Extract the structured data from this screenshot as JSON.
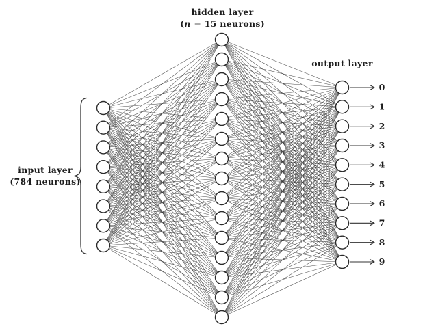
{
  "diagram": {
    "title_context": "feedforward neural network",
    "labels": {
      "hidden": {
        "line1": "hidden layer",
        "sub_prefix": "(",
        "sub_var": "n",
        "sub_rest": " = 15 neurons)"
      },
      "input": {
        "line1": "input layer",
        "line2": "(784 neurons)"
      },
      "output": {
        "text": "output layer"
      }
    },
    "network": {
      "layers": [
        {
          "id": "input",
          "name": "input layer",
          "total_neurons": 784,
          "visible_nodes": 8
        },
        {
          "id": "hidden",
          "name": "hidden layer",
          "total_neurons": 15,
          "visible_nodes": 15
        },
        {
          "id": "output",
          "name": "output layer",
          "total_neurons": 10,
          "visible_nodes": 10
        }
      ],
      "fully_connected": true,
      "output_digits": [
        "0",
        "1",
        "2",
        "3",
        "4",
        "5",
        "6",
        "7",
        "8",
        "9"
      ]
    },
    "colors": {
      "background": "#ffffff",
      "node_fill": "#ffffff",
      "node_stroke": "#2a2a2a",
      "edge": "#383838",
      "brace": "#333333",
      "arrow": "#333333",
      "text": "#1c1c1c"
    }
  }
}
